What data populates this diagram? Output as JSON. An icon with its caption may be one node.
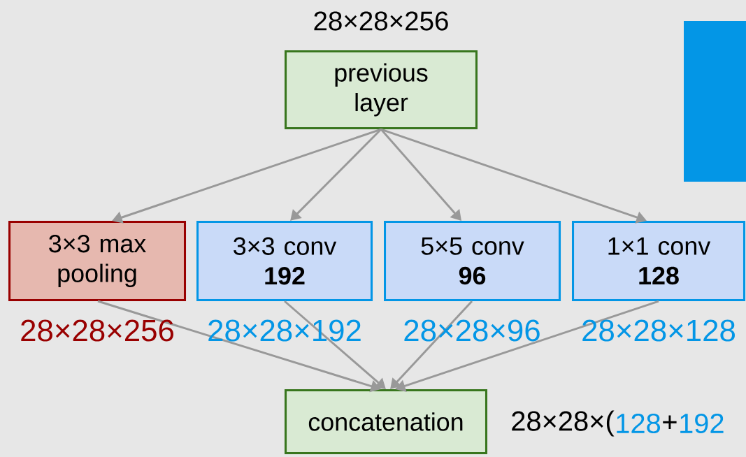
{
  "diagram": {
    "nodes": [
      {
        "text": [
          "previous layer"
        ],
        "beside": [
          "28×28×256"
        ]
      },
      {
        "text": [
          "3×3 max pooling"
        ],
        "beside": [
          "28×28×256"
        ]
      },
      {
        "text": [
          "3×3 conv",
          "192"
        ],
        "beside": [
          "28×28×192"
        ]
      },
      {
        "text": [
          "5×5 conv",
          "96"
        ],
        "beside": [
          "28×28×96"
        ]
      },
      {
        "text": [
          "1×1 conv",
          "128"
        ],
        "beside": [
          "28×28×128"
        ]
      },
      {
        "text": [
          "concatenation"
        ]
      },
      {
        "text": [],
        "shape": "box"
      }
    ],
    "edges": [
      {
        "from": 0,
        "to": 1,
        "arrow": "to"
      },
      {
        "from": 0,
        "to": 2,
        "arrow": "to"
      },
      {
        "from": 0,
        "to": 3,
        "arrow": "to"
      },
      {
        "from": 0,
        "to": 4,
        "arrow": "to"
      },
      {
        "from": 1,
        "to": 5,
        "arrow": "to"
      },
      {
        "from": 2,
        "to": 5,
        "arrow": "to"
      },
      {
        "from": 3,
        "to": 5,
        "arrow": "to"
      },
      {
        "from": 4,
        "to": 5,
        "arrow": "to"
      }
    ],
    "labels": [
      "28×28×(",
      "128",
      "+",
      "192"
    ]
  }
}
